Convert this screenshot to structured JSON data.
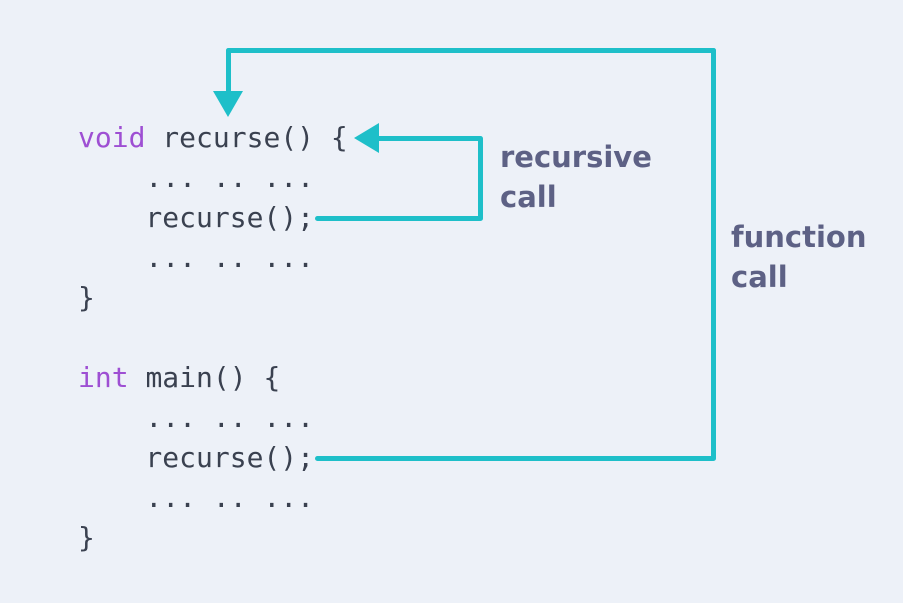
{
  "diagram": {
    "background_color": "#edf1f8",
    "arrow_color": "#1ebfc9",
    "keyword_color": "#9e4fd3",
    "code_color": "#3a4150",
    "label_color": "#5d6185"
  },
  "code": {
    "recurse_fn": {
      "lines": [
        {
          "keyword": "void ",
          "code": "recurse() {"
        },
        {
          "keyword": "",
          "code": "    ... .. ..."
        },
        {
          "keyword": "",
          "code": "    recurse();"
        },
        {
          "keyword": "",
          "code": "    ... .. ..."
        },
        {
          "keyword": "",
          "code": "}"
        }
      ]
    },
    "main_fn": {
      "lines": [
        {
          "keyword": "int ",
          "code": "main() {"
        },
        {
          "keyword": "",
          "code": "    ... .. ..."
        },
        {
          "keyword": "",
          "code": "    recurse();"
        },
        {
          "keyword": "",
          "code": "    ... .. ..."
        },
        {
          "keyword": "",
          "code": "}"
        }
      ]
    }
  },
  "annotations": {
    "recursive_call": {
      "line1": "recursive",
      "line2": "call"
    },
    "function_call": {
      "line1": "function",
      "line2": "call"
    }
  }
}
